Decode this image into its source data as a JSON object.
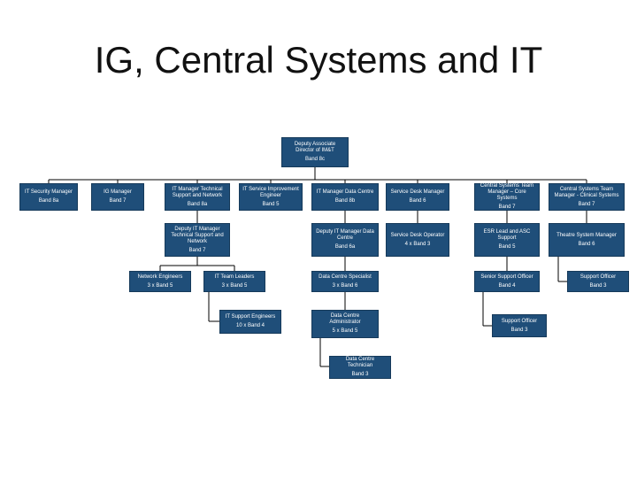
{
  "title": "IG, Central Systems and IT",
  "nodes": {
    "deputy_associate": {
      "role": "Deputy Associate Director of IM&T",
      "band": "Band 8c"
    },
    "it_security": {
      "role": "IT Security Manager",
      "band": "Band 8a"
    },
    "ig_manager": {
      "role": "IG Manager",
      "band": "Band 7"
    },
    "it_tech_support_network": {
      "role": "IT Manager Technical Support and Network",
      "band": "Band 8a"
    },
    "it_service_improvement": {
      "role": "IT Service Improvement Engineer",
      "band": "Band 5"
    },
    "it_data_centre": {
      "role": "IT Manager Data Centre",
      "band": "Band 8b"
    },
    "service_desk_manager": {
      "role": "Service Desk Manager",
      "band": "Band 6"
    },
    "central_systems_core": {
      "role": "Central Systems Team Manager – Core Systems",
      "band": "Band 7"
    },
    "central_systems_clinical": {
      "role": "Central Systems Team Manager - Clinical Systems",
      "band": "Band 7"
    },
    "deputy_tech_support": {
      "role": "Deputy IT Manager Technical Support and Network",
      "band": "Band 7"
    },
    "deputy_data_centre": {
      "role": "Deputy IT Manager Data Centre",
      "band": "Band 6a"
    },
    "service_desk_operator": {
      "role": "Service Desk Operator",
      "band": "4 x Band 3"
    },
    "esr_lead": {
      "role": "ESR Lead and ASC Support",
      "band": "Band 5"
    },
    "theatre_system": {
      "role": "Theatre System Manager",
      "band": "Band 6"
    },
    "network_engineers": {
      "role": "Network Engineers",
      "band": "3 x Band 5"
    },
    "it_team_leaders": {
      "role": "IT Team Leaders",
      "band": "3 x Band 5"
    },
    "data_centre_specialist": {
      "role": "Data Centre Specialist",
      "band": "3 x Band 6"
    },
    "senior_support_officer": {
      "role": "Senior Support Officer",
      "band": "Band 4"
    },
    "support_officer_right": {
      "role": "Support Officer",
      "band": "Band 3"
    },
    "it_support_engineers": {
      "role": "IT Support Engineers",
      "band": "10 x Band 4"
    },
    "data_centre_admin": {
      "role": "Data Centre Administrator",
      "band": "5 x Band 5"
    },
    "support_officer_mid": {
      "role": "Support Officer",
      "band": "Band 3"
    },
    "data_centre_technician": {
      "role": "Data Centre Technician",
      "band": "Band 3"
    }
  },
  "colors": {
    "box_fill": "#1f4e79",
    "box_text": "#ffffff",
    "connector": "#000000"
  }
}
